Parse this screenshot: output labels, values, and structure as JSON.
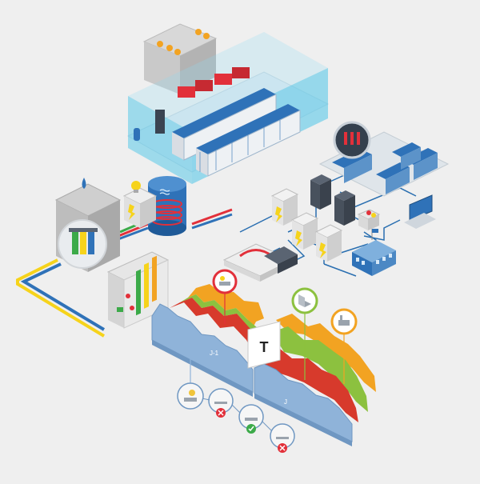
{
  "illustration": {
    "timeline_marker_label": "T",
    "chart_labels": {
      "previous_day": "J-1",
      "current_day": "J"
    },
    "status_checks": [
      {
        "status": "ok",
        "color": "#f0c43a"
      },
      {
        "status": "fail",
        "color": "#e2303a"
      },
      {
        "status": "ok",
        "color": "#3caa49"
      },
      {
        "status": "fail",
        "color": "#e2303a"
      }
    ]
  },
  "colors": {
    "background": "#efefef",
    "building_glass": "#5ac8e8",
    "rack_blue": "#2f72b8",
    "chart_blue": "#8fb3d9",
    "chart_red": "#d73a2c",
    "chart_orange": "#f2a322",
    "chart_green": "#8cc13f",
    "pipe_yellow": "#f6d31b",
    "pipe_red": "#e2303a",
    "pipe_green": "#3caa49",
    "network_line": "#2a6fb0"
  }
}
